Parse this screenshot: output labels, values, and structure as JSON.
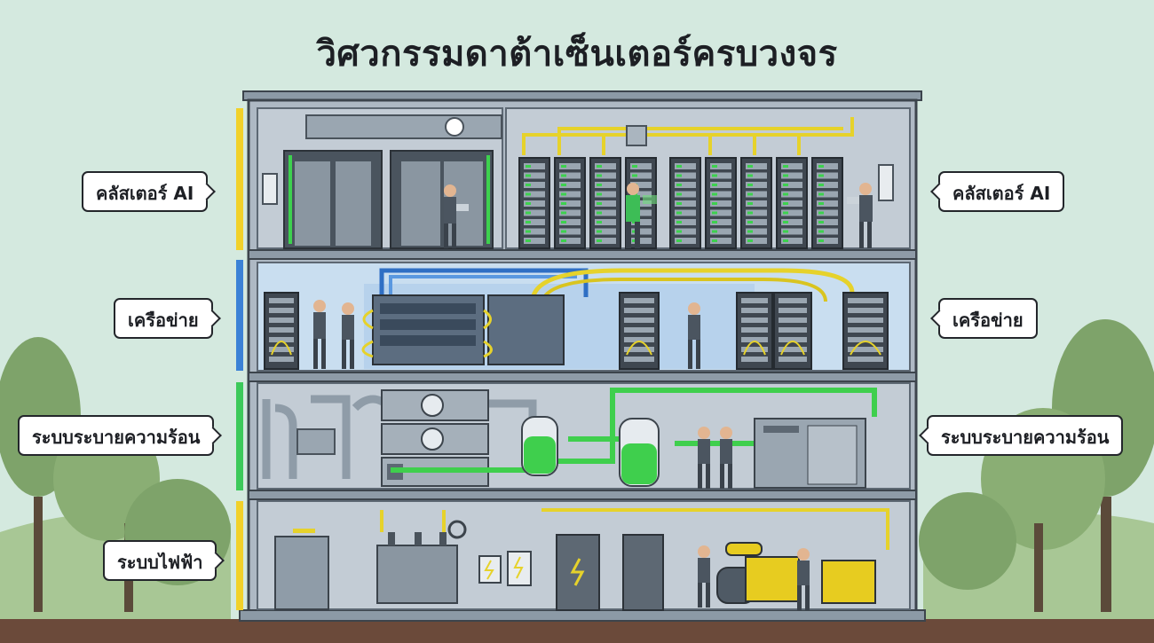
{
  "title": "วิศวกรรมดาต้าเซ็นเตอร์ครบวงจร",
  "floors": [
    {
      "label_left": "คลัสเตอร์ AI",
      "label_right": "คลัสเตอร์ AI",
      "accent": "#f1d12a"
    },
    {
      "label_left": "เครือข่าย",
      "label_right": "เครือข่าย",
      "accent": "#3b82d6"
    },
    {
      "label_left": "ระบบระบายความร้อน",
      "label_right": "ระบบระบายความร้อน",
      "accent": "#3cc95a"
    },
    {
      "label_left": "ระบบไฟฟ้า",
      "accent": "#f1d12a"
    }
  ],
  "colors": {
    "sky": "#d4e9df",
    "hill": "#9fc08c",
    "tree": "#6f9a5a",
    "ground": "#6b4a3a",
    "building": "#a9b6c2",
    "wall": "#5d6873",
    "rack": "#3f4750",
    "led_green": "#3dd14e",
    "cable_yellow": "#e6d22b",
    "pipe_green": "#3fcf4d",
    "worker": "#4b5560",
    "generator": "#e7cc20",
    "net_bg": "#c9def0"
  }
}
